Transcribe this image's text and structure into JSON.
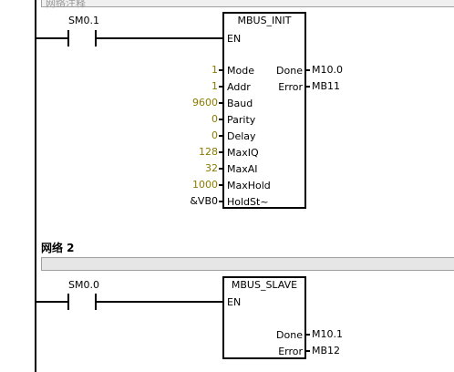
{
  "network1": {
    "comment_label": "网络注释",
    "contact": "SM0.1",
    "block": {
      "title": "MBUS_INIT",
      "en": "EN",
      "inputs": [
        {
          "name": "Mode",
          "value": "1"
        },
        {
          "name": "Addr",
          "value": "1"
        },
        {
          "name": "Baud",
          "value": "9600"
        },
        {
          "name": "Parity",
          "value": "0"
        },
        {
          "name": "Delay",
          "value": "0"
        },
        {
          "name": "MaxIQ",
          "value": "128"
        },
        {
          "name": "MaxAI",
          "value": "32"
        },
        {
          "name": "MaxHold",
          "value": "1000"
        },
        {
          "name": "HoldSt~",
          "value": "&VB0"
        }
      ],
      "outputs": [
        {
          "name": "Done",
          "value": "M10.0"
        },
        {
          "name": "Error",
          "value": "MB11"
        }
      ]
    }
  },
  "network2": {
    "title": "网络 2",
    "contact": "SM0.0",
    "block": {
      "title": "MBUS_SLAVE",
      "en": "EN",
      "outputs": [
        {
          "name": "Done",
          "value": "M10.1"
        },
        {
          "name": "Error",
          "value": "MB12"
        }
      ]
    }
  }
}
